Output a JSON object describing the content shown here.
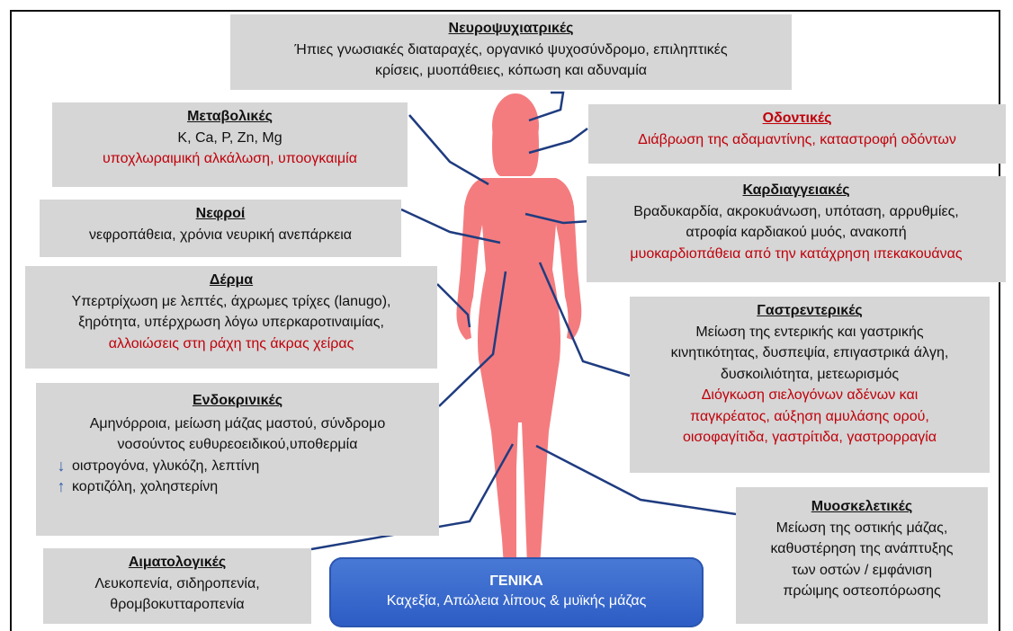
{
  "neuropsych": {
    "title": "Νευροψυχιατρικές",
    "lines": [
      "Ήπιες γνωσιακές διαταραχές, οργανικό ψυχοσύνδρομο, επιληπτικές",
      "κρίσεις, μυοπάθειες, κόπωση και αδυναμία"
    ]
  },
  "metabolic": {
    "title": "Μεταβολικές",
    "line1": "K, Ca, P, Zn, Mg",
    "line2": "υποχλωραιμική αλκάλωση, υποογκαιμία"
  },
  "dental": {
    "title": "Οδοντικές",
    "line1": "Διάβρωση της αδαμαντίνης, καταστροφή οδόντων"
  },
  "kidneys": {
    "title": "Νεφροί",
    "line1": "νεφροπάθεια, χρόνια νευρική ανεπάρκεια"
  },
  "cardio": {
    "title": "Καρδιαγγειακές",
    "line1": "Βραδυκαρδία, ακροκυάνωση, υπόταση, αρρυθμίες,",
    "line2": "ατροφία καρδιακού μυός, ανακοπή",
    "line3": "μυοκαρδιοπάθεια από την κατάχρηση ιπεκακουάνας"
  },
  "skin": {
    "title": "Δέρμα",
    "line1": "Υπερτρίχωση με λεπτές, άχρωμες τρίχες (lanugo),",
    "line2": "ξηρότητα, υπέρχρωση λόγω υπερκαροτιναιμίας,",
    "line3": "αλλοιώσεις στη ράχη της άκρας χείρας"
  },
  "gastro": {
    "title": "Γαστρεντερικές",
    "line1": "Μείωση της εντερικής και γαστρικής",
    "line2": "κινητικότητας, δυσπεψία, επιγαστρικά άλγη,",
    "line3": "δυσκοιλιότητα, μετεωρισμός",
    "line4": "Διόγκωση σιελογόνων αδένων και",
    "line5": "παγκρέατος, αύξηση αμυλάσης ορού,",
    "line6": "οισοφαγίτιδα, γαστρίτιδα, γαστρορραγία"
  },
  "endocrine": {
    "title": "Ενδοκρινικές",
    "line1": "Αμηνόρροια, μείωση μάζας μαστού, σύνδρομο",
    "line2": "νοσούντος ευθυρεοειδικού,υποθερμία",
    "down_text": "οιστρογόνα, γλυκόζη, λεπτίνη",
    "up_text": "κορτιζόλη, χοληστερίνη"
  },
  "musculo": {
    "title": "Μυοσκελετικές",
    "line1": "Μείωση της οστικής μάζας,",
    "line2": "καθυστέρηση της ανάπτυξης",
    "line3": "των οστών / εμφάνιση",
    "line4": "πρώιμης οστεοπόρωσης"
  },
  "hemato": {
    "title": "Αιματολογικές",
    "line1": "Λευκοπενία, σιδηροπενία,",
    "line2": "θρομβοκυτταροπενία"
  },
  "general": {
    "title": "ΓΕΝΙΚΑ",
    "line1": "Καχεξία, Απώλεια λίπους & μυϊκής μάζας"
  },
  "colors": {
    "box": "#d6d6d6",
    "red_text": "#c0000a",
    "body_silhouette": "#f47c7f",
    "connector": "#1f3c80",
    "general_box": "#3a6cd0",
    "arrow": "#2f5aa8"
  }
}
